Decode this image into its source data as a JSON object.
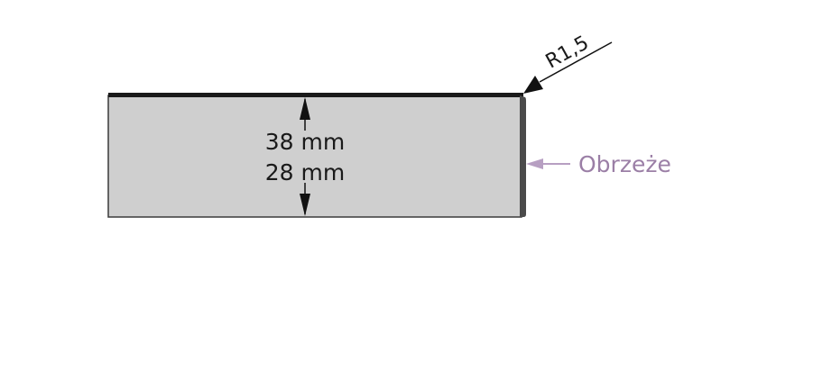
{
  "labels": {
    "thickness_1": "38 mm",
    "thickness_2": "28 mm",
    "radius": "R1,5",
    "edge": "Obrzeże"
  },
  "colors": {
    "board_fill": "#cfcfcf",
    "board_stroke": "#3a3a3a",
    "top_edge": "#1a1a1a",
    "side_edge": "#4a4a4a",
    "edge_label": "#9b7fa6",
    "edge_arrow": "#b79fc2",
    "dimension": "#111111"
  },
  "icons": {
    "dimension_arrow": "double-headed-vertical-arrow-icon",
    "radius_leader": "leader-arrow-icon",
    "edge_leader": "leader-arrow-icon"
  }
}
